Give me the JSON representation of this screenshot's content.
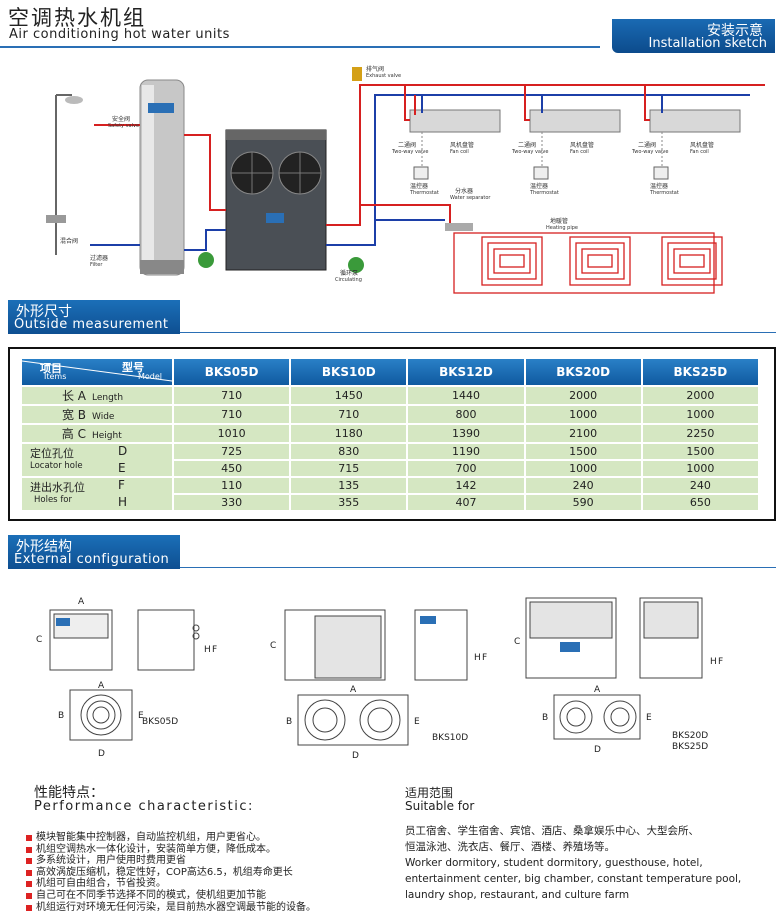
{
  "header": {
    "title_cn": "空调热水机组",
    "title_en": "Air conditioning hot water units"
  },
  "install": {
    "tab_cn": "安装示意",
    "tab_en": "Installation sketch",
    "labels": {
      "exhaust_cn": "排气阀",
      "exhaust_en": "Exhaust valve",
      "fan_coil_cn": "风机盘管",
      "fan_coil_en": "Fan coil",
      "two_way_cn": "二通阀",
      "two_way_en": "Two-way valve",
      "thermostat_cn": "温控器",
      "thermostat_en": "Thermostat",
      "separator_cn": "分水器",
      "separator_en": "Water separator",
      "heating_cn": "地暖管",
      "heating_en": "Heating pipe",
      "pump_cn": "循环泵",
      "pump_en": "Circulating",
      "safety_cn": "安全阀",
      "safety_en": "Safety valve",
      "mixing_cn": "混合阀",
      "filter_cn": "过滤器",
      "filter_en": "Filter"
    }
  },
  "outside": {
    "tab_cn": "外形尺寸",
    "tab_en": "Outside measurement"
  },
  "spec_table": {
    "items_cn": "项目",
    "items_en": "Items",
    "model_cn": "型号",
    "model_en": "Model",
    "models": [
      "BKS05D",
      "BKS10D",
      "BKS12D",
      "BKS20D",
      "BKS25D"
    ],
    "rows": [
      {
        "cn": "长 A",
        "en": "Length",
        "values": [
          "710",
          "1450",
          "1440",
          "2000",
          "2000"
        ]
      },
      {
        "cn": "宽 B",
        "en": "Wide",
        "values": [
          "710",
          "710",
          "800",
          "1000",
          "1000"
        ]
      },
      {
        "cn": "高 C",
        "en": "Height",
        "values": [
          "1010",
          "1180",
          "1390",
          "2100",
          "2250"
        ]
      },
      {
        "cn": "D",
        "en": "",
        "values": [
          "725",
          "830",
          "1190",
          "1500",
          "1500"
        ]
      },
      {
        "cn": "E",
        "en": "",
        "values": [
          "450",
          "715",
          "700",
          "1000",
          "1000"
        ]
      },
      {
        "cn": "F",
        "en": "",
        "values": [
          "110",
          "135",
          "142",
          "240",
          "240"
        ]
      },
      {
        "cn": "H",
        "en": "",
        "values": [
          "330",
          "355",
          "407",
          "590",
          "650"
        ]
      }
    ],
    "group1_cn": "定位孔位",
    "group1_en": "Locator hole",
    "group2_cn": "进出水孔位",
    "group2_en": "Holes for"
  },
  "external": {
    "tab_cn": "外形结构",
    "tab_en": "External configuration",
    "model_labels": [
      "BKS05D",
      "BKS10D",
      "BKS20D",
      "BKS25D"
    ],
    "dims": [
      "A",
      "B",
      "C",
      "D",
      "E",
      "F",
      "H"
    ]
  },
  "performance": {
    "title_cn": "性能特点：",
    "title_en": "Performance characteristic:",
    "items": [
      "模块智能集中控制器，自动监控机组，用户更省心。",
      "机组空调热水一体化设计，安装简单方便，降低成本。",
      "多系统设计，用户使用时费用更省",
      "高效涡旋压缩机，稳定性好，COP高达6.5，机组寿命更长",
      "机组可自由组合，节省投资。",
      "自己可在不同季节选择不同的模式，使机组更加节能",
      "机组运行对环境无任何污染，是目前热水器空调最节能的设备。"
    ]
  },
  "suitable": {
    "title_cn": "适用范围",
    "title_en": "Suitable for",
    "line1_cn": "员工宿舍、学生宿舍、宾馆、酒店、桑拿娱乐中心、大型会所、",
    "line2_cn": "恒温泳池、洗衣店、餐厅、酒楼、养殖场等。",
    "line1_en": "Worker dormitory, student dormitory, guesthouse, hotel,",
    "line2_en": "entertainment center, big chamber, constant temperature pool,",
    "line3_en": "laundry shop, restaurant, and culture farm"
  },
  "colors": {
    "blue_tab": "#0e4f91",
    "hot_pipe": "#d62020",
    "cold_pipe": "#1c3fa8",
    "table_cell": "#d5e7c2"
  }
}
